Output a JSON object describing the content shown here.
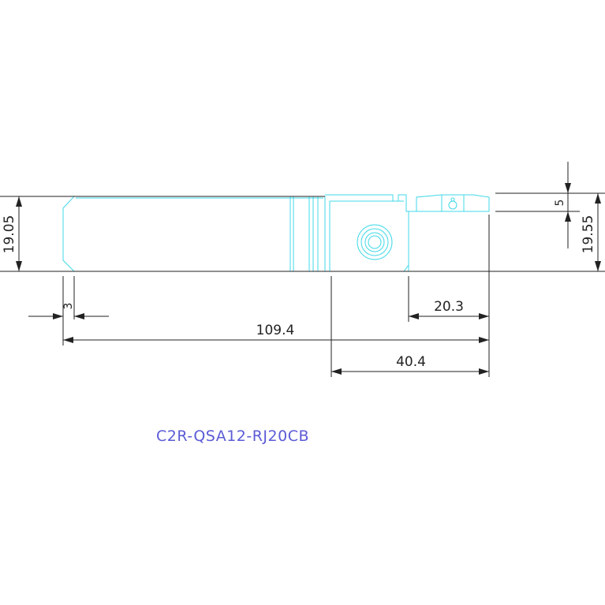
{
  "drawing": {
    "part_number": "C2R-QSA12-RJ20CB",
    "colors": {
      "background": "#ffffff",
      "outline": "#40d8e8",
      "dimension": "#222222",
      "caption": "#5b5bd6"
    },
    "dimensions": {
      "height_left": "19.05",
      "height_right": "19.55",
      "clip_height": "5",
      "tab_width": "3",
      "overall_length": "109.4",
      "rear_length": "40.4",
      "latch_length": "20.3"
    }
  }
}
